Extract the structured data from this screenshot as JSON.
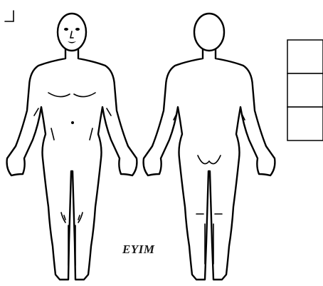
{
  "figures": [
    "body-front",
    "body-back"
  ],
  "legend_box": {
    "rows": 3
  },
  "caption": "EYIM"
}
